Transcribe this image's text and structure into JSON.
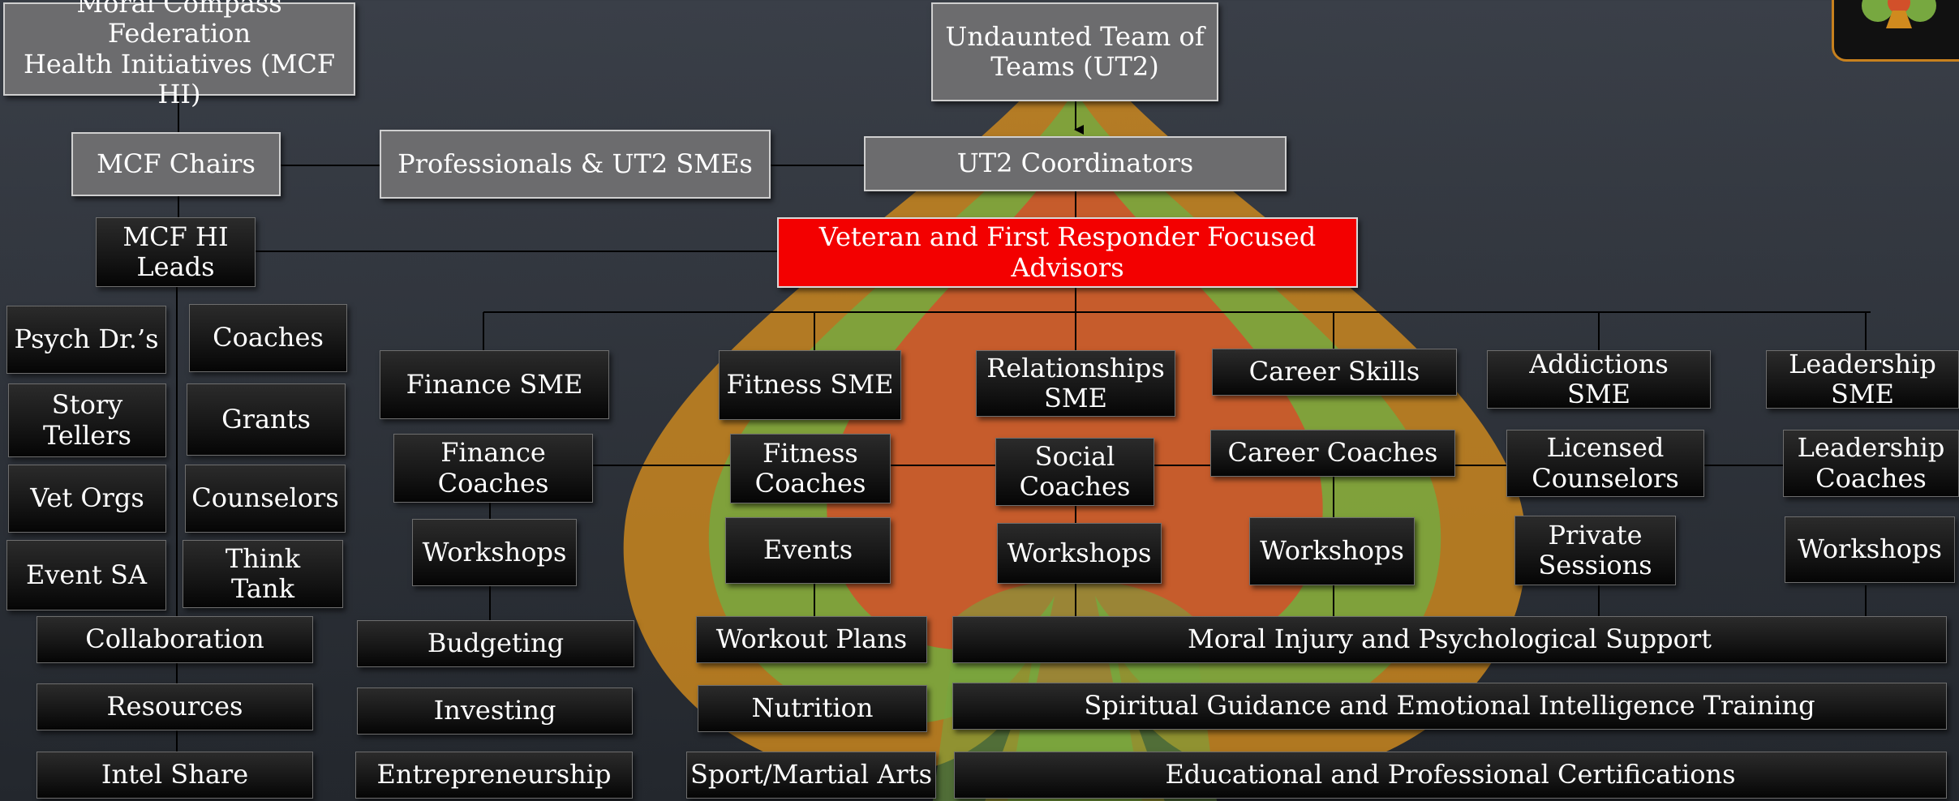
{
  "colors": {
    "background_top": "#3a3f48",
    "background_bottom": "#23272d",
    "spade_outer": "#d08a1e",
    "spade_middle": "#77a840",
    "spade_inner": "#d2502a",
    "gray_box": "#6c6c6e",
    "red_box": "#f30000",
    "dark_box": "#111111",
    "connector": "#000000"
  },
  "header": {
    "mcf_hi": "Moral Compass Federation\nHealth Initiatives (MCF HI)",
    "ut2": "Undaunted Team of\nTeams (UT2)"
  },
  "leadership": {
    "mcf_chairs": "MCF Chairs",
    "professionals": "Professionals & UT2 SMEs",
    "ut2_coordinators": "UT2 Coordinators",
    "mcf_hi_leads": "MCF HI\nLeads",
    "advisors": "Veteran and First Responder Focused Advisors"
  },
  "left_panel": {
    "psych": "Psych Dr.’s",
    "coaches": "Coaches",
    "story_tellers": "Story\nTellers",
    "grants": "Grants",
    "vet_orgs": "Vet Orgs",
    "counselors": "Counselors",
    "event_sa": "Event SA",
    "think_tank": "Think\nTank",
    "collaboration": "Collaboration",
    "resources": "Resources",
    "intel_share": "Intel Share"
  },
  "finance": {
    "sme": "Finance SME",
    "coaches": "Finance\nCoaches",
    "workshops": "Workshops",
    "budgeting": "Budgeting",
    "investing": "Investing",
    "entrepreneurship": "Entrepreneurship"
  },
  "fitness": {
    "sme": "Fitness  SME",
    "coaches": "Fitness\nCoaches",
    "events": "Events",
    "workout_plans": "Workout Plans",
    "nutrition": "Nutrition",
    "sport": "Sport/Martial Arts"
  },
  "relationships": {
    "sme": "Relationships\nSME",
    "coaches": "Social\nCoaches",
    "workshops": "Workshops"
  },
  "career": {
    "skills": "Career Skills",
    "coaches": "Career Coaches",
    "workshops": "Workshops"
  },
  "addictions": {
    "sme": "Addictions\nSME",
    "counselors": "Licensed\nCounselors",
    "sessions": "Private\nSessions"
  },
  "leadership_track": {
    "sme": "Leadership\nSME",
    "coaches": "Leadership\nCoaches",
    "workshops": "Workshops"
  },
  "shared": {
    "moral_injury": "Moral Injury and Psychological Support",
    "spiritual": "Spiritual Guidance and Emotional Intelligence Training",
    "certifications": "Educational and Professional Certifications"
  },
  "logo": {
    "icon": "club-suit-icon"
  }
}
